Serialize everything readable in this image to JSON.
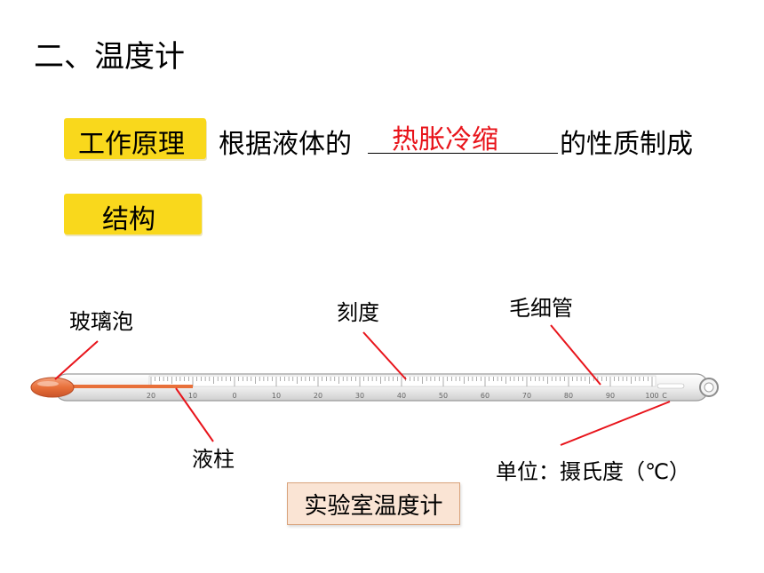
{
  "section_title": "二、温度计",
  "principle": {
    "label": "工作原理",
    "prefix": "根据液体的",
    "answer": "热胀冷缩",
    "suffix": "的性质制成"
  },
  "structure_label": "结构",
  "thermometer": {
    "scale_labels": [
      "20",
      "10",
      "0",
      "10",
      "20",
      "30",
      "40",
      "50",
      "60",
      "70",
      "80",
      "90",
      "100"
    ],
    "unit_symbol": "C",
    "liquid_level_celsius": -10,
    "parts": {
      "bulb": "玻璃泡",
      "scale": "刻度",
      "capillary": "毛细管",
      "liquid_column": "液柱",
      "unit": "单位：摄氏度（℃）"
    }
  },
  "caption": "实验室温度计",
  "colors": {
    "highlight": "#f9d81c",
    "answer_red": "#e8141b",
    "pointer_red": "#e8141b",
    "liquid": "#e8703a",
    "caption_bg": "#fae4d4"
  }
}
